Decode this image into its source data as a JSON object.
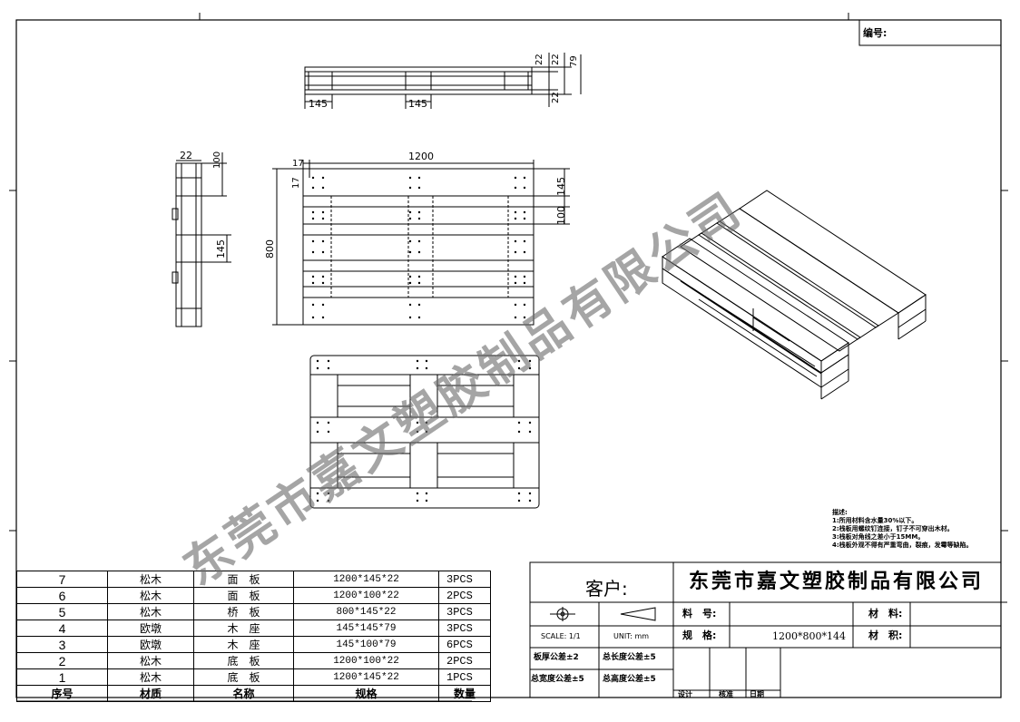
{
  "drawing_no_label": "编号:",
  "top_view": {
    "dim_left": "145",
    "dim_mid": "145",
    "dims_right": [
      "22",
      "22",
      "79",
      "22"
    ]
  },
  "side_view": {
    "dim_top": "22",
    "dim_top_height": "100",
    "dim_block": "145"
  },
  "plan_view": {
    "width": "1200",
    "height": "800",
    "offset_a": "17",
    "offset_b": "17",
    "board_top": "145",
    "board_mid": "100"
  },
  "bom": {
    "headers": [
      "序号",
      "材质",
      "名称",
      "规格",
      "数量"
    ],
    "rows": [
      {
        "no": "7",
        "material": "松木",
        "name": "面　板",
        "spec": "1200*145*22",
        "qty": "3PCS"
      },
      {
        "no": "6",
        "material": "松木",
        "name": "面　板",
        "spec": "1200*100*22",
        "qty": "2PCS"
      },
      {
        "no": "5",
        "material": "松木",
        "name": "桥　板",
        "spec": "800*145*22",
        "qty": "3PCS"
      },
      {
        "no": "4",
        "material": "欧墩",
        "name": "木　座",
        "spec": "145*145*79",
        "qty": "3PCS"
      },
      {
        "no": "3",
        "material": "欧墩",
        "name": "木　座",
        "spec": "145*100*79",
        "qty": "6PCS"
      },
      {
        "no": "2",
        "material": "松木",
        "name": "底　板",
        "spec": "1200*100*22",
        "qty": "2PCS"
      },
      {
        "no": "1",
        "material": "松木",
        "name": "底　板",
        "spec": "1200*145*22",
        "qty": "1PCS"
      }
    ]
  },
  "notes": {
    "title": "描述:",
    "items": [
      "1:所用材料含水量30%以下。",
      "2:栈板用螺纹钉连接，钉子不可穿出木材。",
      "3:栈板对角线之差小于15MM。",
      "4:栈板外观不得有严重弯曲，裂痕，发霉等缺陷。"
    ]
  },
  "title_block": {
    "customer_label": "客户:",
    "company_name": "东莞市嘉文塑胶制品有限公司",
    "material_no_label": "料　号:",
    "spec_label": "规　格:",
    "spec_value": "1200*800*144",
    "material_label": "材　料:",
    "volume_label": "材　积:",
    "scale": "SCALE: 1/1",
    "unit": "UNIT: mm",
    "tol_thickness": "板厚公差±2",
    "tol_length": "总长度公差±5",
    "tol_width": "总宽度公差±5",
    "tol_height": "总高度公差±5",
    "design_label": "设计",
    "review_label": "核准",
    "date_label": "日期"
  },
  "watermark": "东莞市嘉文塑胶制品有限公司"
}
